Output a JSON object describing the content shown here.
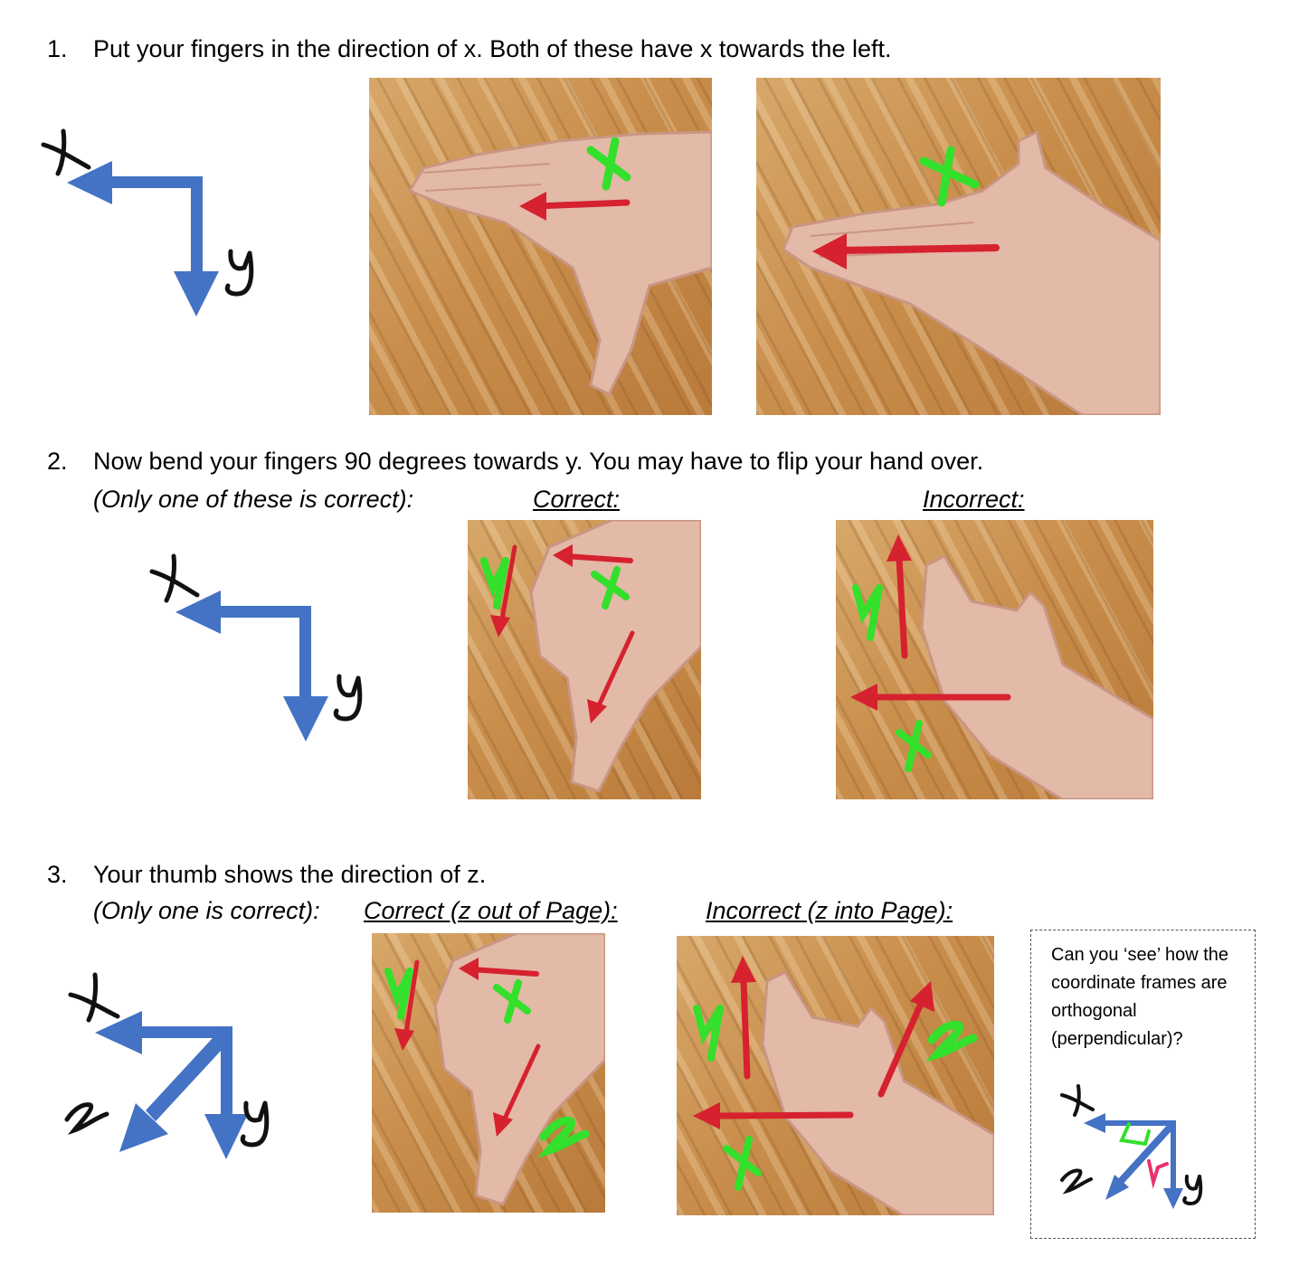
{
  "step1": {
    "number": "1.",
    "text": "Put your fingers in the direction of x. Both of these have x towards the left."
  },
  "step2": {
    "number": "2.",
    "text": "Now bend your fingers 90 degrees towards y. You may have to flip your hand over.",
    "note": "(Only one of these is correct):",
    "correct_label": "Correct:",
    "incorrect_label": "Incorrect:"
  },
  "step3": {
    "number": "3.",
    "text": "Your thumb shows the direction of z.",
    "note": "(Only one is correct):",
    "correct_label": "Correct (z out of Page):",
    "incorrect_label": "Incorrect (z into Page):"
  },
  "callout": {
    "text": "Can you ‘see’ how the coordinate frames are orthogonal (perpendicular)?"
  },
  "axis_labels": {
    "x": "x",
    "y": "y",
    "z": "z"
  },
  "colors": {
    "axis_blue": "#4472c4",
    "arrow_red": "#d6212f",
    "label_green": "#33e02b",
    "right_angle_pink": "#e8336a",
    "ink": "#111111",
    "skin": "#e3b9a7",
    "skin_shadow": "#c99683"
  }
}
